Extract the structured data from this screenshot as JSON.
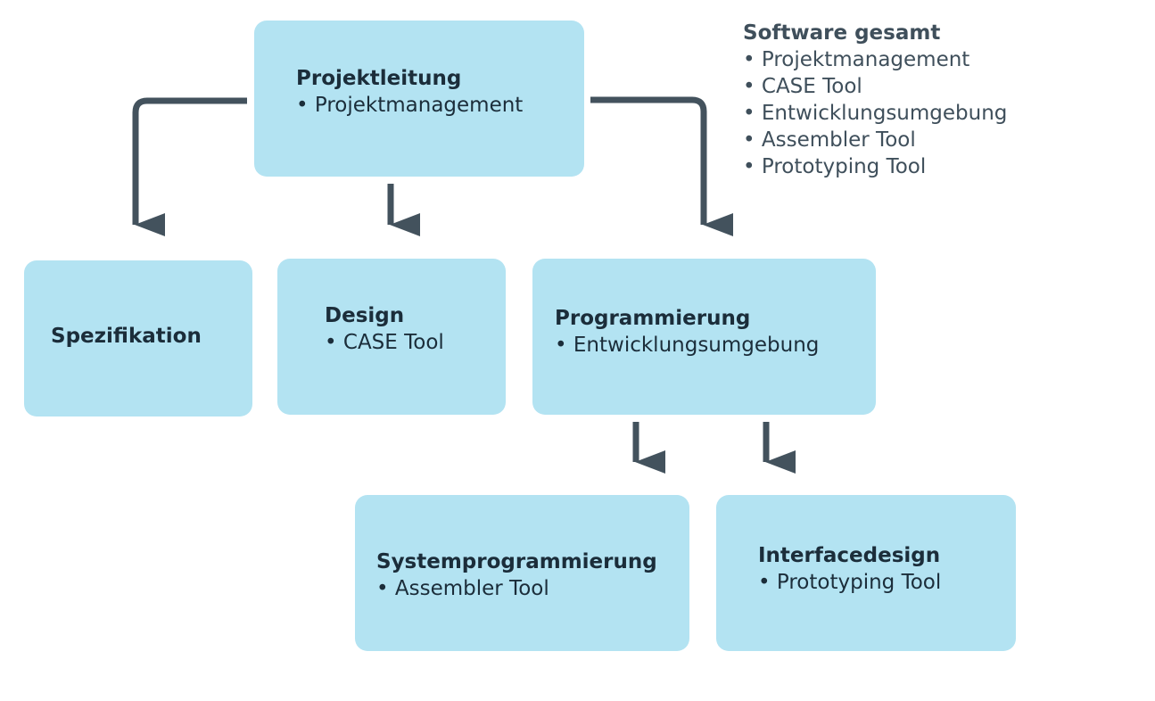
{
  "nodes": {
    "projektleitung": {
      "title": "Projektleitung",
      "items": [
        "Projektmanagement"
      ]
    },
    "spezifikation": {
      "title": "Spezifikation",
      "items": []
    },
    "design": {
      "title": "Design",
      "items": [
        "CASE Tool"
      ]
    },
    "programmierung": {
      "title": "Programmierung",
      "items": [
        "Entwicklungsumgebung"
      ]
    },
    "systemprogrammierung": {
      "title": "Systemprogrammierung",
      "items": [
        "Assembler Tool"
      ]
    },
    "interfacedesign": {
      "title": "Interfacedesign",
      "items": [
        "Prototyping Tool"
      ]
    }
  },
  "legend": {
    "title": "Software gesamt",
    "items": [
      "Projektmanagement",
      "CASE Tool",
      "Entwicklungsumgebung",
      "Assembler Tool",
      "Prototyping Tool"
    ]
  },
  "colors": {
    "box": "#b3e3f2",
    "arrow": "#43525d",
    "text": "#1b2d3a",
    "legend_text": "#3f4f5b"
  }
}
